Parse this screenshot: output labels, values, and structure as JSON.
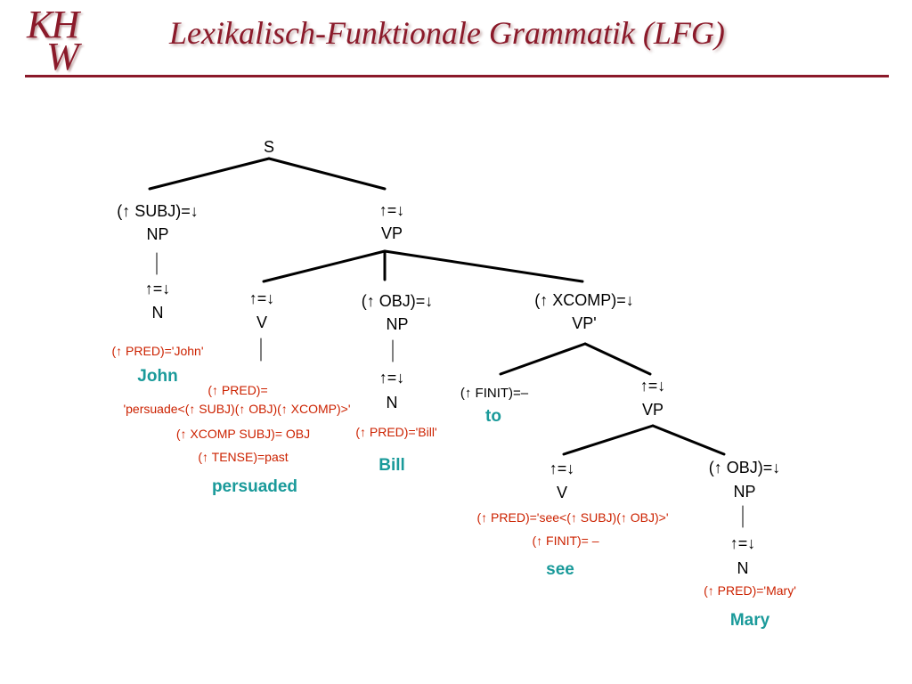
{
  "header": {
    "logo_line1": "KH",
    "logo_line2": "W",
    "title": "Lexikalisch-Funktionale Grammatik (LFG)"
  },
  "colors": {
    "brand": "#8b1a2a",
    "equation": "#cc2200",
    "word": "#1a9a9a"
  },
  "tree": {
    "s": "S",
    "np1_ann": "(↑ SUBJ)=↓",
    "np1": "NP",
    "n1_ann": "↑=↓",
    "n1": "N",
    "n1_pred": "(↑ PRED)='John'",
    "john": "John",
    "vp_ann": "↑=↓",
    "vp": "VP",
    "v1_ann": "↑=↓",
    "v1": "V",
    "v1_pred_a": "(↑ PRED)=",
    "v1_pred_b": "'persuade<(↑ SUBJ)(↑ OBJ)(↑ XCOMP)>'",
    "v1_xcomp": "(↑ XCOMP SUBJ)= OBJ",
    "v1_tense": "(↑ TENSE)=past",
    "persuaded": "persuaded",
    "np2_ann": "(↑ OBJ)=↓",
    "np2": "NP",
    "n2_ann": "↑=↓",
    "n2": "N",
    "n2_pred": "(↑ PRED)='Bill'",
    "bill": "Bill",
    "vpp_ann": "(↑ XCOMP)=↓",
    "vpp": "VP'",
    "to_ann": "(↑ FINIT)=–",
    "to": "to",
    "vp2_ann": "↑=↓",
    "vp2": "VP",
    "v2_ann": "↑=↓",
    "v2": "V",
    "v2_pred": "(↑ PRED)='see<(↑ SUBJ)(↑ OBJ)>'",
    "v2_finit": "(↑ FINIT)= –",
    "see": "see",
    "np3_ann": "(↑ OBJ)=↓",
    "np3": "NP",
    "n3_ann": "↑=↓",
    "n3": "N",
    "n3_pred": "(↑ PRED)='Mary'",
    "mary": "Mary"
  }
}
